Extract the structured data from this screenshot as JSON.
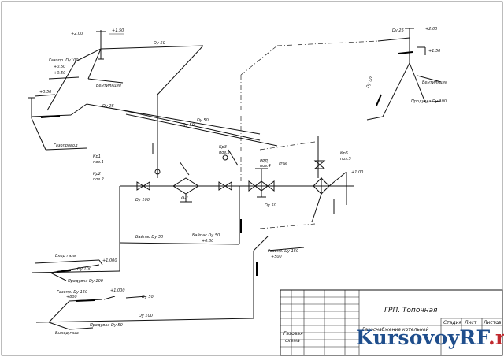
{
  "labels": {
    "elev_top_left_a": "+2.00",
    "elev_top_left_b": "+1.50",
    "du_main_top": "Dу 50",
    "gas_line_left": "Газопр. Dу100",
    "elev_left_mid_a": "+0.50",
    "elev_left_mid_b": "+0.50",
    "elev_left_low": "+0.50",
    "vent_left": "Вентиляция",
    "du_diag_a": "Dу 25",
    "du_diag_b": "Dу 50",
    "du_diag_c": "Dу 50",
    "left_note": "Газопровод",
    "valve_tag_left_a": "Кр1",
    "valve_tag_left_b": "поз.1",
    "valve_tag_left_c": "Кр2",
    "valve_tag_left_d": "поз.2",
    "du_main_a": "Dу 100",
    "filter_tag": "Ф-1",
    "reg_tag_a": "Кр3",
    "reg_tag_b": "поз.3",
    "reg_tag_c": "PРД",
    "reg_tag_d": "поз.4",
    "reg_tag_e": "ПЗК",
    "du_after_reg": "Dу 50",
    "right_tag_a": "Кр5",
    "right_tag_b": "поз.5",
    "right_elev": "+1.00",
    "bypass_left": "Байпас Dу 50",
    "bypass_right": "Байпас Dу 50",
    "bypass_elev": "+0.80",
    "inlet_gas": "Вход газа",
    "inlet_elev_a": "+1.000",
    "inlet_du": "Dу 100",
    "inlet_drain": "Продувка Dу 100",
    "out_gas": "Выход газа",
    "out_elev_a": "+1.000",
    "out_du": "Dу 50",
    "out_du2": "Dу 100",
    "out_tag_a": "Газопр. Dу 150",
    "out_tag_b": "+800",
    "out_drain": "Продувка Dу 50",
    "right_line_tag": "Газопр. Dу 150",
    "right_line_elev": "+500",
    "top_right_du": "Dу 25",
    "top_right_elev_a": "+2.00",
    "top_right_elev_b": "+1.50",
    "top_right_vent": "Вентиляция",
    "top_right_drain": "Продувка Dу 100",
    "top_right_du2": "Dу 50",
    "tb_scheme_a": "Газовая",
    "tb_scheme_b": "схема",
    "tb_title": "ГРП. Топочная",
    "tb_subtitle": "Газоснабжение котельной",
    "tb_col_stage": "Стадия",
    "tb_col_sheet": "Лист",
    "tb_col_sheets": "Листов"
  },
  "watermark": {
    "part1": "KursovoyRF",
    "part2": ".ru"
  },
  "colors": {
    "ink": "#111111",
    "watermark_blue": "#1f4e8c",
    "watermark_red": "#c0282d"
  }
}
